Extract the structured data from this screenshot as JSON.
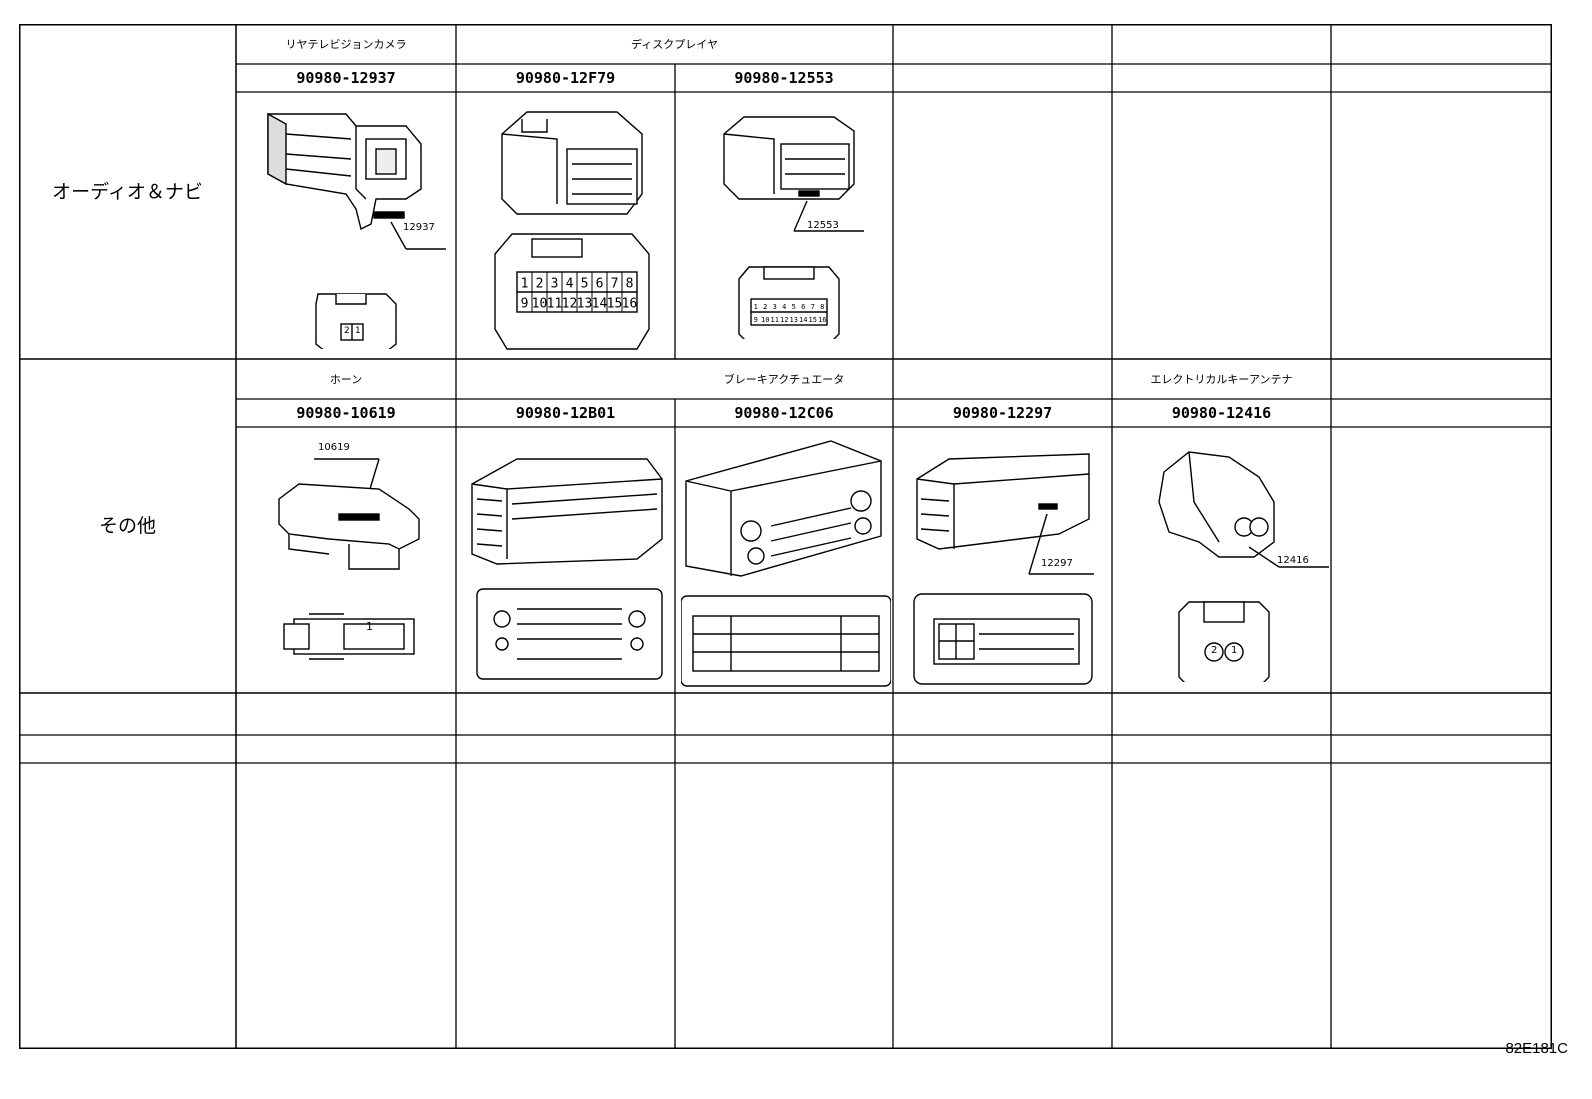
{
  "figure_code": "82E181C",
  "rows": [
    {
      "label": "オーディオ＆ナビ",
      "groups": [
        "リヤテレビジョンカメラ",
        "ディスクプレイヤ"
      ],
      "parts": [
        {
          "number": "90980-12937",
          "callout": "12937",
          "pins": [
            "2",
            "1"
          ]
        },
        {
          "number": "90980-12F79",
          "pins": [
            "1",
            "2",
            "3",
            "4",
            "5",
            "6",
            "7",
            "8",
            "9",
            "10",
            "11",
            "12",
            "13",
            "14",
            "15",
            "16"
          ]
        },
        {
          "number": "90980-12553",
          "callout": "12553",
          "pins": [
            "1",
            "2",
            "3",
            "4",
            "5",
            "6",
            "7",
            "8",
            "9",
            "10",
            "11",
            "12",
            "13",
            "14",
            "15",
            "16"
          ]
        }
      ]
    },
    {
      "label": "その他",
      "groups": [
        "ホーン",
        "ブレーキアクチュエータ",
        "エレクトリカルキーアンテナ"
      ],
      "parts": [
        {
          "number": "90980-10619",
          "callout": "10619",
          "pins": [
            "1"
          ]
        },
        {
          "number": "90980-12B01"
        },
        {
          "number": "90980-12C06"
        },
        {
          "number": "90980-12297",
          "callout": "12297"
        },
        {
          "number": "90980-12416",
          "callout": "12416",
          "pins": [
            "2",
            "1"
          ]
        }
      ]
    }
  ]
}
